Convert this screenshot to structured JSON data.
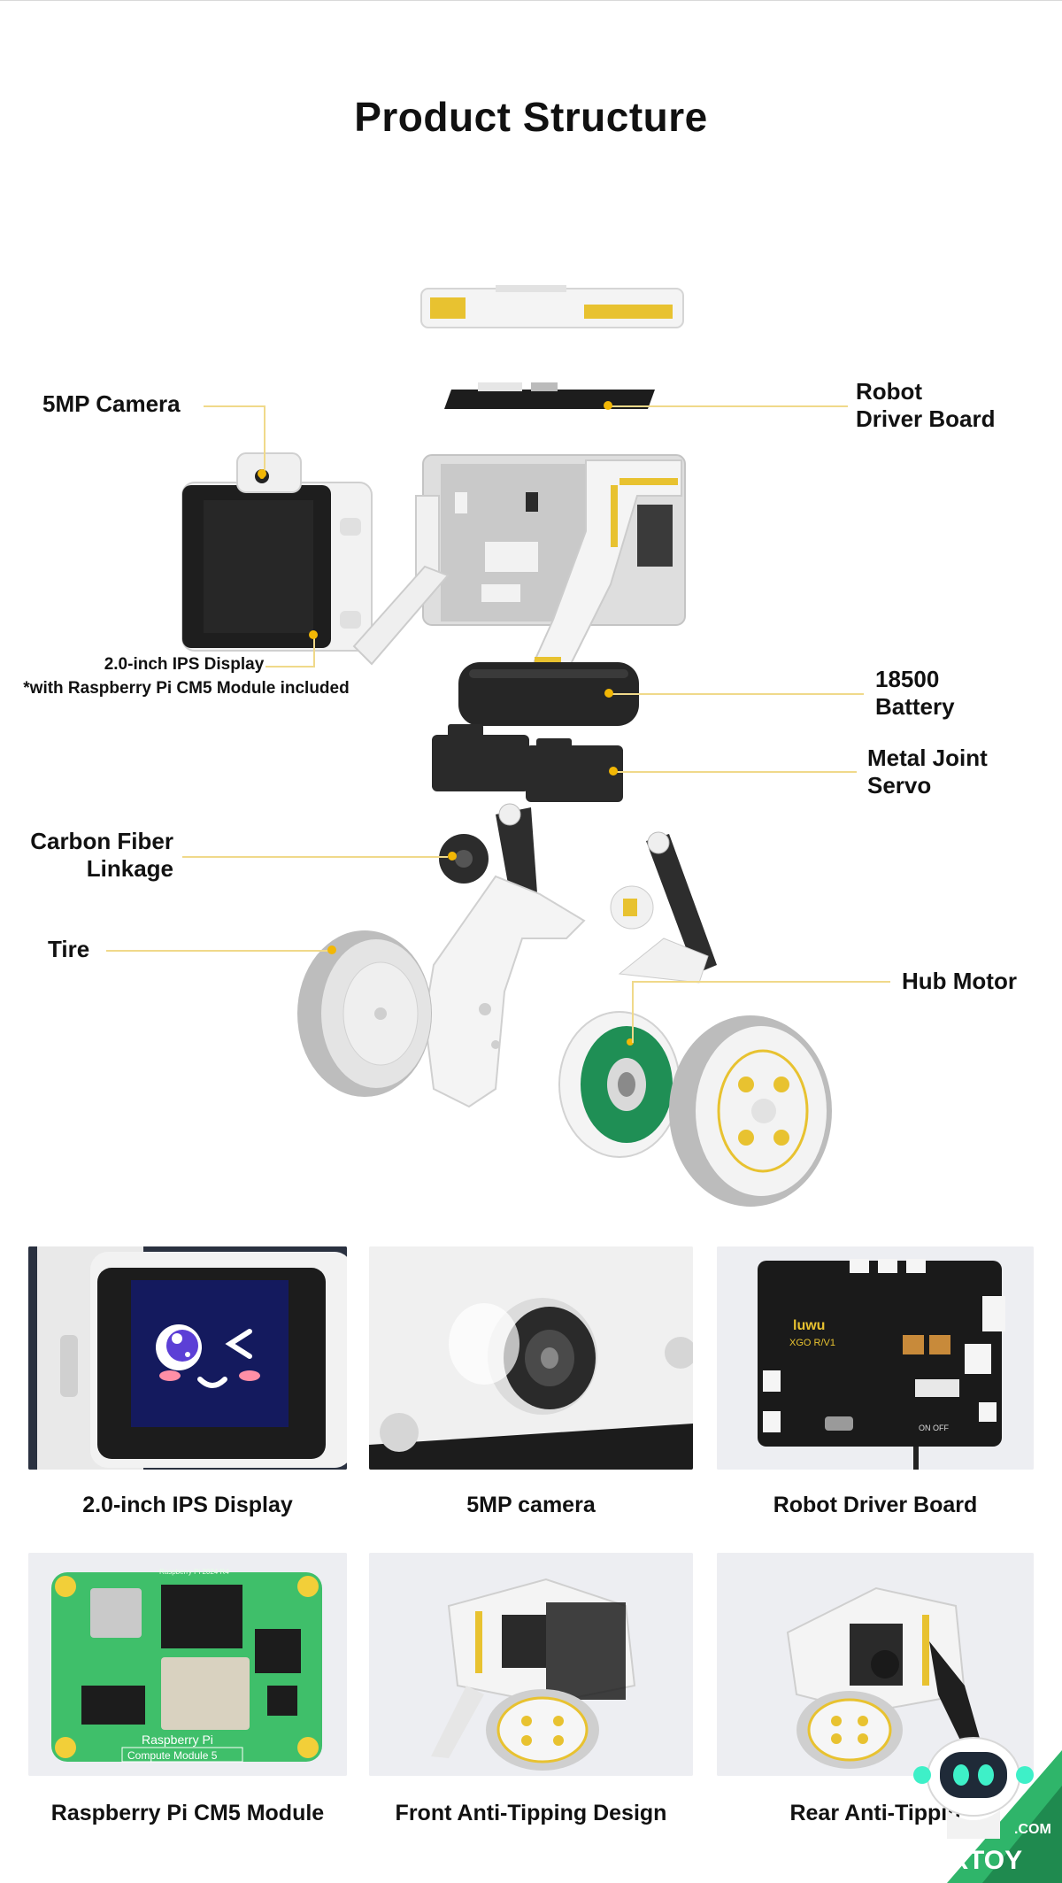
{
  "page": {
    "title": "Product Structure"
  },
  "diagram_labels": {
    "camera": "5MP Camera",
    "driver_board": "Robot\nDriver Board",
    "display": "2.0-inch IPS Display",
    "display_note": "*with Raspberry Pi CM5 Module included",
    "battery": "18500\nBattery",
    "servo": "Metal Joint\nServo",
    "linkage": "Carbon Fiber\nLinkage",
    "tire": "Tire",
    "hub_motor": "Hub Motor"
  },
  "feature_tiles": [
    {
      "caption": "2.0-inch IPS Display",
      "icon": "ips-display-photo"
    },
    {
      "caption": "5MP camera",
      "icon": "camera-photo"
    },
    {
      "caption": "Robot Driver Board",
      "icon": "driver-board-photo"
    },
    {
      "caption": "Raspberry Pi CM5 Module",
      "icon": "cm5-module-photo"
    },
    {
      "caption": "Front Anti-Tipping Design",
      "icon": "front-robot-photo"
    },
    {
      "caption": "Rear Anti-Tippin",
      "icon": "rear-robot-photo"
    }
  ],
  "board_print": {
    "brand": "luwu",
    "model": "XGO R/V1",
    "switch": "ON OFF"
  },
  "cm5_print": {
    "header": "Raspberry Pi 2024 R4",
    "line1": "Raspberry Pi",
    "line2": "Compute Module 5"
  },
  "watermark": {
    "com": ".COM",
    "brand": "AIXTOY"
  },
  "colors": {
    "accent": "#f2b705",
    "leader": "#f0d98a",
    "tile_bg": "#edeef2",
    "pcb_green": "#3fbf6a",
    "screen_blue": "#141a5e"
  }
}
